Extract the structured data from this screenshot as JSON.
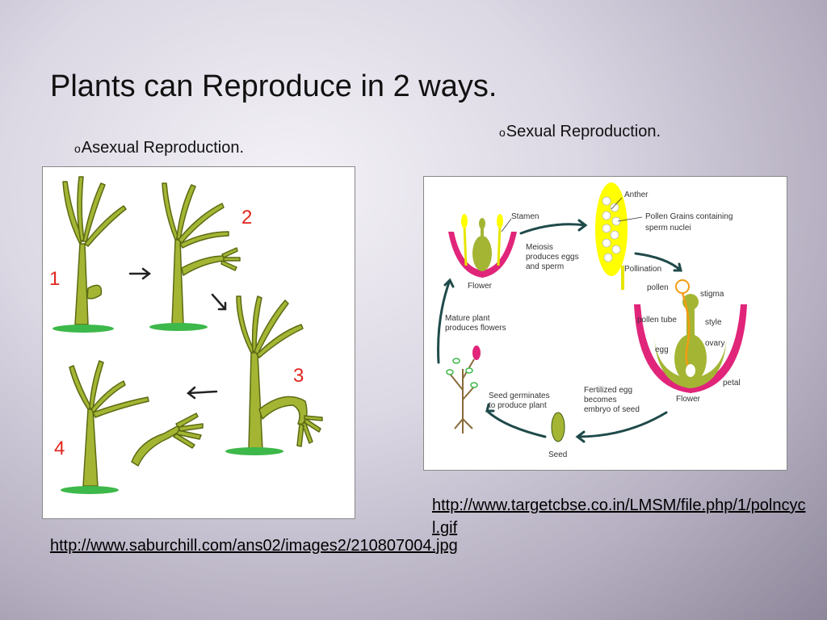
{
  "slide": {
    "title": "Plants can Reproduce in 2 ways.",
    "bullet_asexual": "Asexual Reproduction.",
    "bullet_sexual": "Sexual Reproduction.",
    "bullet_marker": "o"
  },
  "asexual_figure": {
    "step_numbers": [
      "1",
      "2",
      "3",
      "4"
    ]
  },
  "sexual_figure": {
    "labels": {
      "anther": "Anther",
      "stamen": "Stamen",
      "pollen_grains_1": "Pollen Grains containing",
      "pollen_grains_2": "sperm nuclei",
      "meiosis_1": "Meiosis",
      "meiosis_2": "produces eggs",
      "meiosis_3": "and sperm",
      "flower_left": "Flower",
      "pollination": "Pollination",
      "pollen": "pollen",
      "stigma": "stigma",
      "pollen_tube": "pollen tube",
      "style": "style",
      "mature_1": "Mature plant",
      "mature_2": "produces flowers",
      "egg": "egg",
      "ovary": "ovary",
      "petal": "petal",
      "flower_right": "Flower",
      "fertilized_1": "Fertilized egg",
      "fertilized_2": "becomes",
      "fertilized_3": "embryo of seed",
      "seed_germ_1": "Seed germinates",
      "seed_germ_2": "to produce plant",
      "seed": "Seed"
    }
  },
  "links": {
    "source1": "http://www.saburchill.com/ans02/images2/210807004.jpg",
    "source2": "http://www.targetcbse.co.in/LMSM/file.php/1/polncycl.gif"
  },
  "colors": {
    "stem_green": "#a4b534",
    "grass_green": "#3db84a",
    "number_red": "#e0261c",
    "petal_magenta": "#e0257a",
    "anther_yellow": "#ffff00",
    "cycle_arrow": "#1f4a4a"
  }
}
